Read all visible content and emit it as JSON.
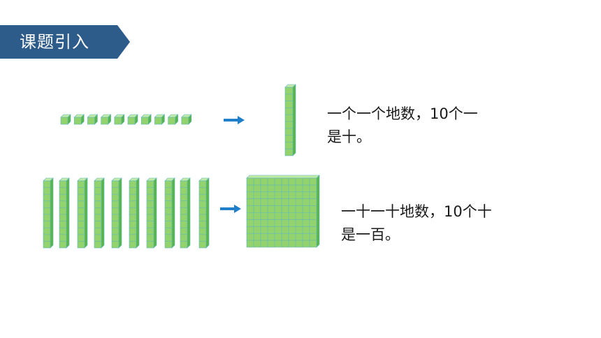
{
  "header": {
    "title": "课题引入"
  },
  "rows": [
    {
      "text_line1": "一个一个地数，10个一",
      "text_line2": "是十。"
    },
    {
      "text_line1": "一十一十地数，10个十",
      "text_line2": "是一百。"
    }
  ],
  "colors": {
    "banner": "#2E5C8A",
    "arrow": "#1F7FC8",
    "block_front": "#92D36E",
    "block_top": "#C2EBA5",
    "block_side": "#58B546",
    "block_line": "#5FB7C0"
  }
}
